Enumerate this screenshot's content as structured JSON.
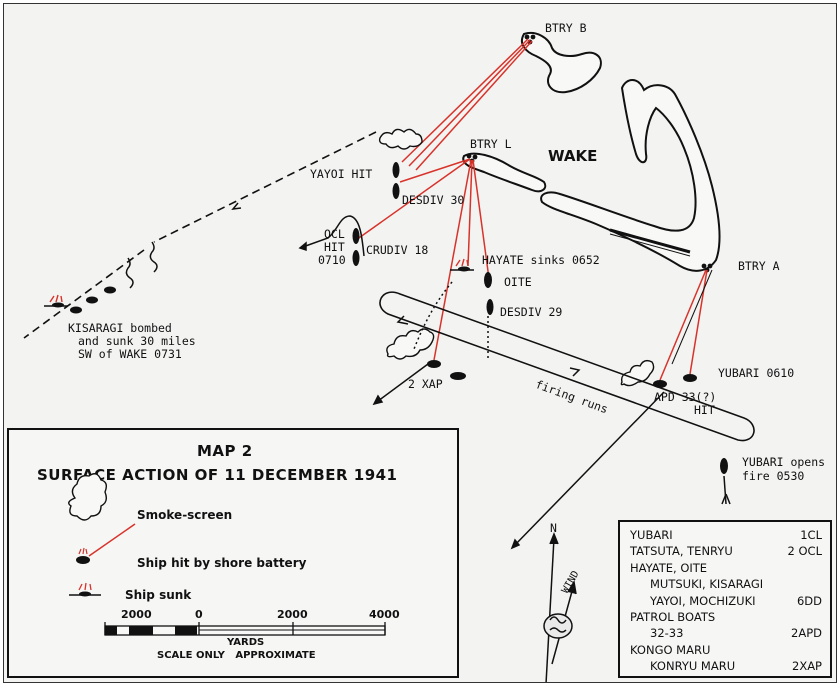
{
  "map": {
    "island_label": "WAKE",
    "batteries": [
      {
        "id": "btry-b",
        "label": "BTRY B"
      },
      {
        "id": "btry-l",
        "label": "BTRY L"
      },
      {
        "id": "btry-a",
        "label": "BTRY A"
      }
    ],
    "annotations": {
      "yayoi_hit": "YAYOI HIT",
      "desdiv30": "DESDIV 30",
      "ocl_line1": "OCL",
      "ocl_line2": "HIT",
      "ocl_line3": "0710",
      "crudiv18": "CRUDIV 18",
      "hayate": "HAYATE sinks 0652",
      "oite": "OITE",
      "desdiv29": "DESDIV 29",
      "kisaragi_line1": "KISARAGI bombed",
      "kisaragi_line2": "and sunk 30 miles",
      "kisaragi_line3": "SW of WAKE 0731",
      "xap": "2 XAP",
      "firing_runs": "firing runs",
      "yubari_0610": "YUBARI 0610",
      "apd_line1": "APD 33(?)",
      "apd_line2": "HIT",
      "yubari_opens_line1": "YUBARI opens",
      "yubari_opens_line2": "fire 0530",
      "north": "N",
      "wind": "WIND"
    }
  },
  "legend": {
    "title_line1": "MAP 2",
    "title_line2": "SURFACE ACTION OF 11 DECEMBER 1941",
    "items": [
      {
        "label": "Smoke-screen"
      },
      {
        "label": "Ship hit by shore battery"
      },
      {
        "label": "Ship sunk"
      }
    ],
    "scale": {
      "ticks": [
        "2000",
        "0",
        "2000",
        "4000"
      ],
      "unit": "YARDS",
      "note": "SCALE ONLY   APPROXIMATE"
    }
  },
  "forces": [
    {
      "name": "YUBARI",
      "count": "1CL",
      "indent": false
    },
    {
      "name": "TATSUTA, TENRYU",
      "count": "2 OCL",
      "indent": false
    },
    {
      "name": "HAYATE, OITE",
      "count": "",
      "indent": false
    },
    {
      "name": "MUTSUKI, KISARAGI",
      "count": "",
      "indent": true
    },
    {
      "name": "YAYOI, MOCHIZUKI",
      "count": "6DD",
      "indent": true
    },
    {
      "name": "PATROL BOATS",
      "count": "",
      "indent": false
    },
    {
      "name": "32-33",
      "count": "2APD",
      "indent": true
    },
    {
      "name": "KONGO MARU",
      "count": "",
      "indent": false
    },
    {
      "name": "KONRYU MARU",
      "count": "2XAP",
      "indent": true
    }
  ],
  "colors": {
    "fire_line": "#d8332a",
    "ink": "#111111",
    "paper": "#f3f3f2"
  }
}
